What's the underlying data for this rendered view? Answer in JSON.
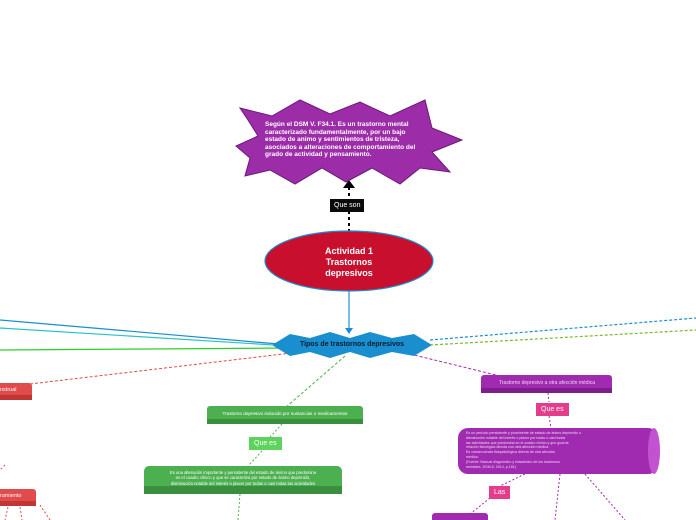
{
  "root": {
    "title_line1": "Actividad 1",
    "title_line2": "Trastornos",
    "title_line3": "depresivos"
  },
  "connector_top": "Que son",
  "definition": {
    "line1": "Según el DSM V. F34.1.  Es un trastorno mental",
    "line2": "caracterizado fundamentalmente, por un bajo",
    "line3": "estado de animo y sentimientos de tristeza,",
    "line4": "asociados a alteraciones de comportamiento del",
    "line5": "grado de actividad y pensamiento."
  },
  "types_node": "Tipos de trastornos depresivos",
  "left_node_top": "nstrual",
  "left_node_bottom": "ramiento",
  "substance_node": {
    "title": "Trastorno depresivo inducido por sustancias o medicamentos",
    "connector": "Que es",
    "desc_line1": "Es una alteración importante y persistente del estado de ánimo que predomina",
    "desc_line2": "en el cuadro clínico y que se caracteriza por estado de ánimo deprimido,",
    "desc_line3": "disminución notable del interés o placer por todas o casi todas las actividades"
  },
  "medical_node": {
    "title": "Trastorno depresivo a otra afección médica",
    "connector": "Que es",
    "desc_line1": "Es un período persistente y prominente de estado de ánimo deprimido o",
    "desc_line2": "disminución notable del interés o placer por todas o casi todas",
    "desc_line3": "las actividades que predomina en el cuadro clínico y que guarda",
    "desc_line4": "relación fisiológica directa con otra afección médica.",
    "desc_line5": "Es consecuencia fisiopatológica directa de otra afección",
    "desc_line6": "médica.",
    "desc_line7": "(Fuente: Manual diagnóstico y estadístico de los trastornos",
    "desc_line8": "mentales, DSM-5, 2014, p.181)",
    "connector_las": "Las"
  },
  "colors": {
    "root": "#c8102e",
    "definition": "#9c2ca8",
    "types": "#1a8fd0",
    "substance": "#4caf50",
    "medical": "#a02bb0",
    "left": "#e04b4b"
  }
}
